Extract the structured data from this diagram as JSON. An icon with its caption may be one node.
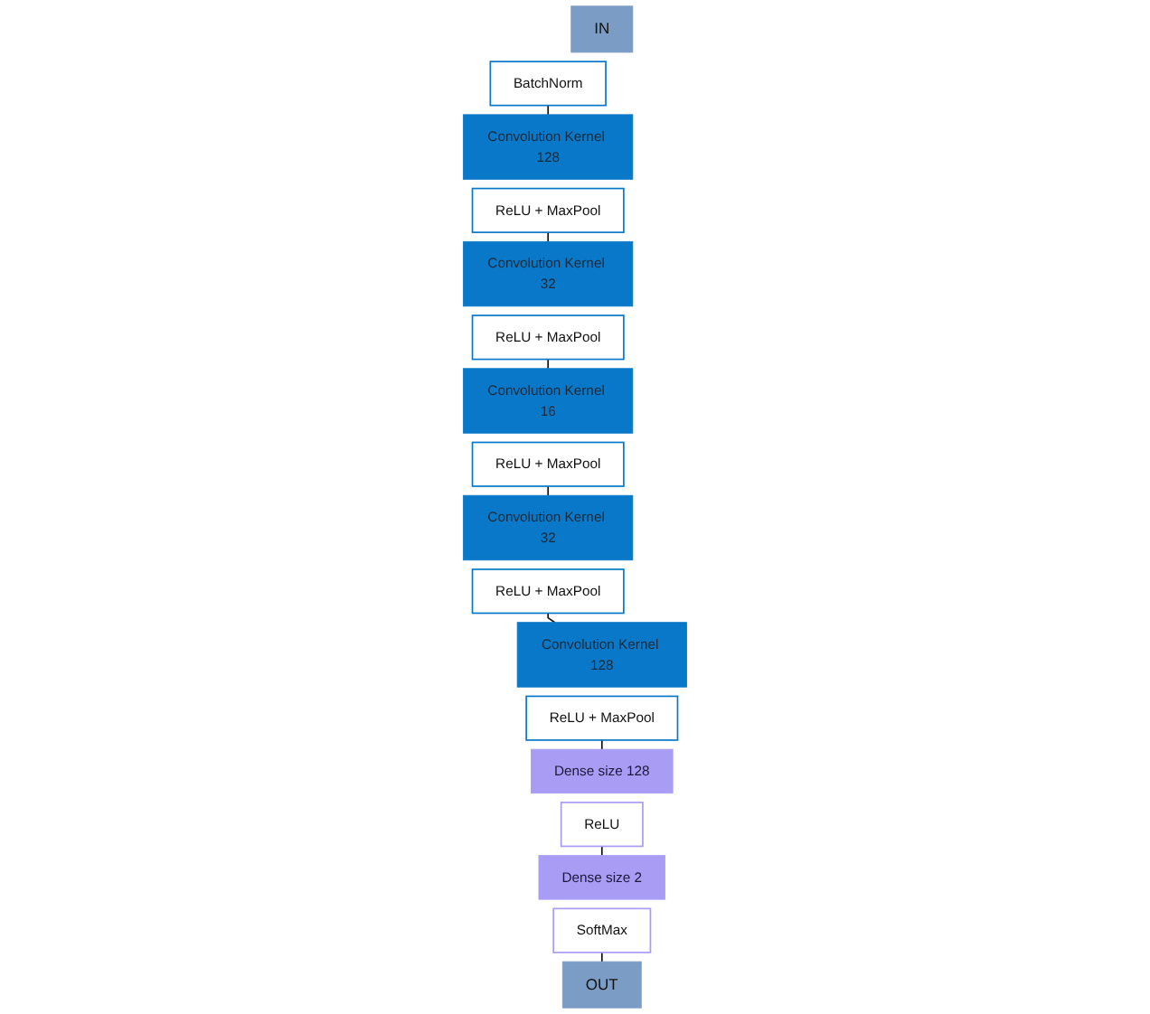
{
  "diagram": {
    "nodes": [
      {
        "text": [
          "IN"
        ]
      },
      {
        "text": [
          "BatchNorm"
        ]
      },
      {
        "text": [
          "Convolution Kernel 128"
        ]
      },
      {
        "text": [
          "ReLU + MaxPool"
        ]
      },
      {
        "text": [
          "Convolution Kernel 32"
        ]
      },
      {
        "text": [
          "ReLU + MaxPool"
        ]
      },
      {
        "text": [
          "Convolution Kernel 16"
        ]
      },
      {
        "text": [
          "ReLU + MaxPool"
        ]
      },
      {
        "text": [
          "Convolution Kernel 32"
        ]
      },
      {
        "text": [
          "ReLU + MaxPool"
        ]
      },
      {
        "text": [
          "Convolution Kernel 128"
        ]
      },
      {
        "text": [
          "ReLU + MaxPool"
        ]
      },
      {
        "text": [
          "Dense size 128"
        ]
      },
      {
        "text": [
          "ReLU"
        ]
      },
      {
        "text": [
          "Dense size 2"
        ]
      },
      {
        "text": [
          "SoftMax"
        ]
      },
      {
        "text": [
          "OUT"
        ]
      }
    ],
    "edges": [
      {
        "from": 1,
        "to": 2,
        "arrow": "none"
      },
      {
        "from": 3,
        "to": 4,
        "arrow": "none"
      },
      {
        "from": 5,
        "to": 6,
        "arrow": "none"
      },
      {
        "from": 7,
        "to": 8,
        "arrow": "none"
      },
      {
        "from": 9,
        "to": 10,
        "arrow": "none"
      },
      {
        "from": 11,
        "to": 12,
        "arrow": "none"
      },
      {
        "from": 13,
        "to": 14,
        "arrow": "none"
      },
      {
        "from": 15,
        "to": 16,
        "arrow": "none"
      }
    ]
  }
}
